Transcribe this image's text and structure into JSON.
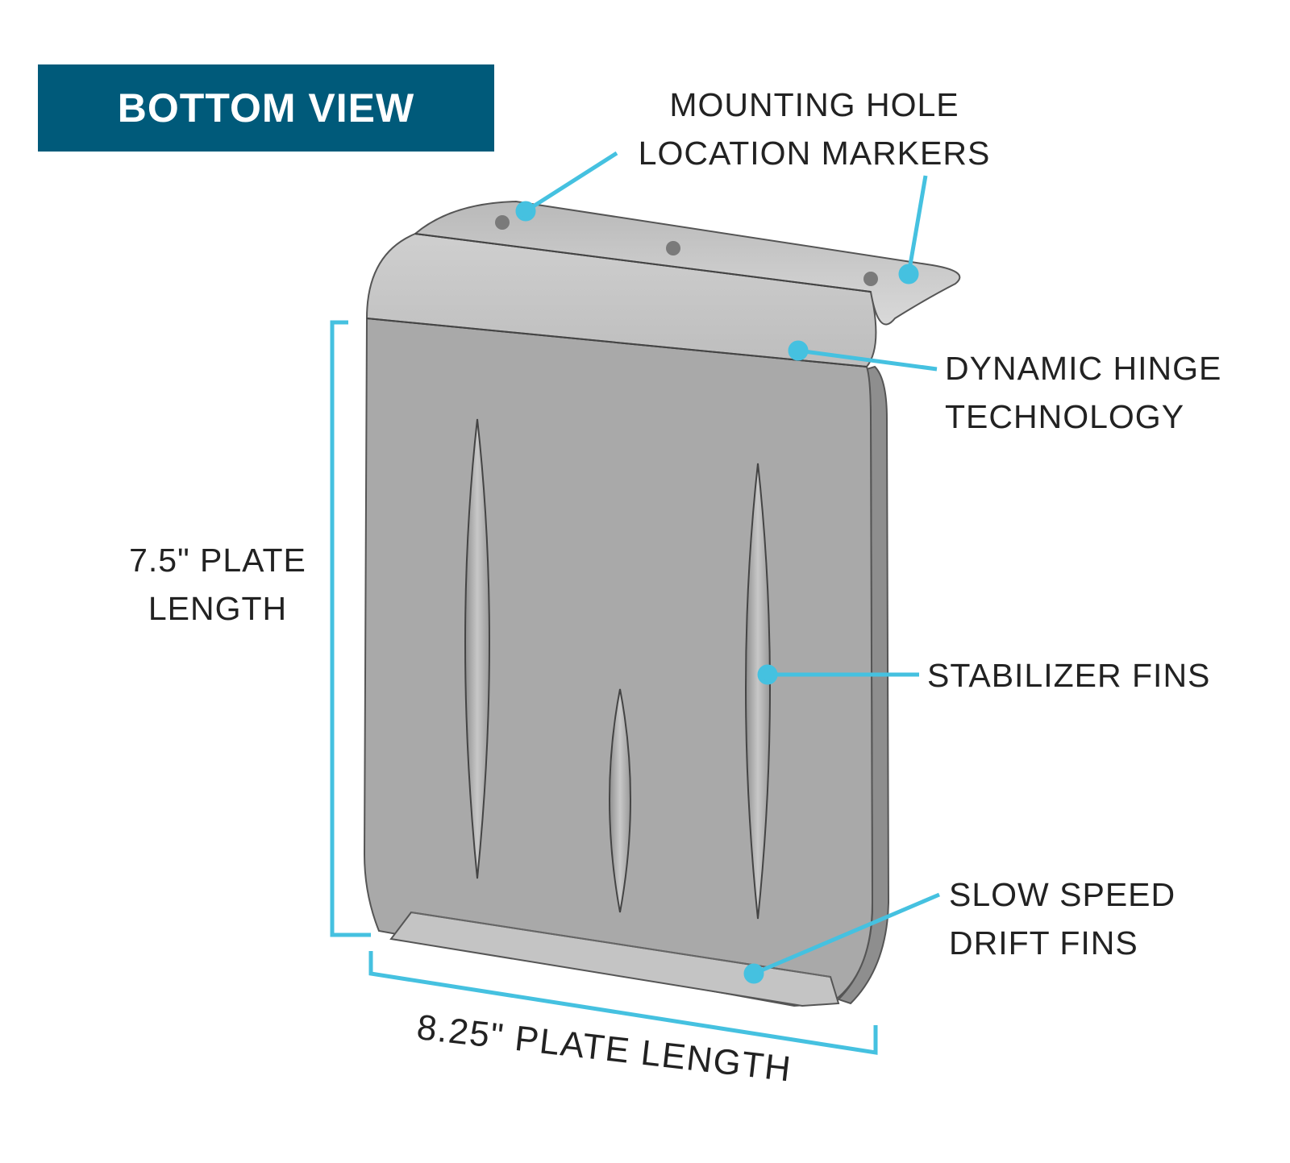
{
  "title": "BOTTOM VIEW",
  "callouts": {
    "mounting": [
      "MOUNTING HOLE",
      "LOCATION MARKERS"
    ],
    "hinge": [
      "DYNAMIC HINGE",
      "TECHNOLOGY"
    ],
    "stabilizer": [
      "STABILIZER FINS"
    ],
    "drift": [
      "SLOW SPEED",
      "DRIFT FINS"
    ]
  },
  "dimensions": {
    "length_vertical": [
      "7.5\" PLATE",
      "LENGTH"
    ],
    "length_horizontal": "8.25\" PLATE LENGTH"
  },
  "colors": {
    "banner": "#005a7a",
    "accent": "#45c1e0",
    "plate": "#a9a9a9",
    "text": "#222222"
  }
}
